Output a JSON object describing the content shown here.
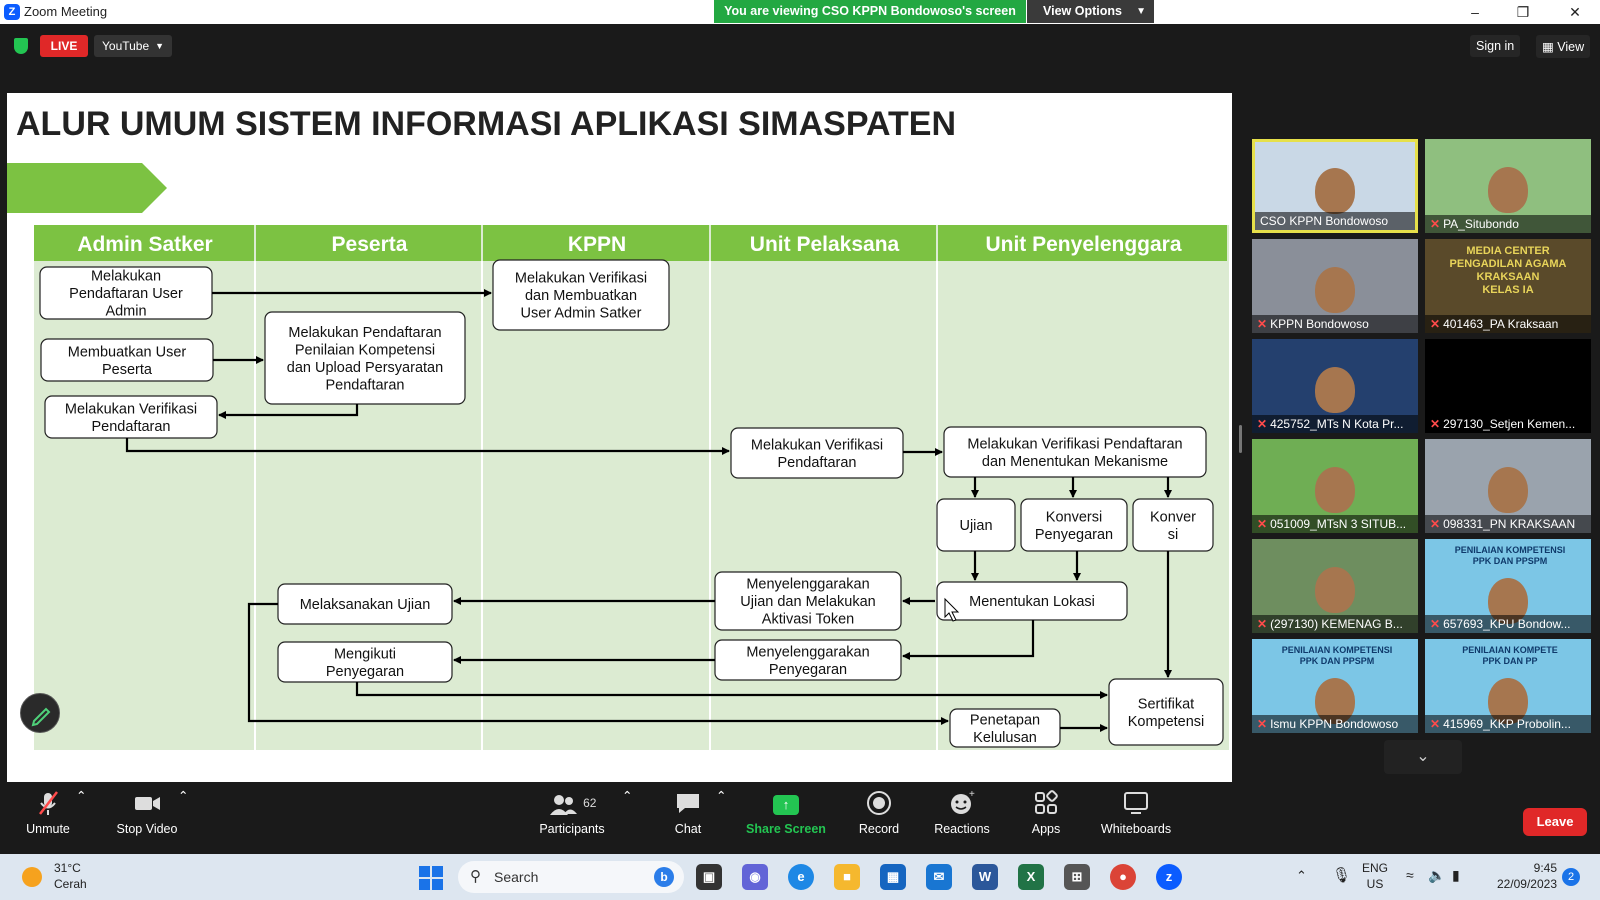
{
  "window": {
    "title": "Zoom Meeting",
    "viewing_banner": "You are viewing CSO KPPN Bondowoso's screen",
    "view_options": "View Options"
  },
  "topbar": {
    "live": "LIVE",
    "stream_target": "YouTube",
    "sign_in": "Sign in",
    "view": "View"
  },
  "slide": {
    "title": "ALUR UMUM SISTEM INFORMASI APLIKASI SIMASPATEN",
    "columns": [
      "Admin Satker",
      "Peserta",
      "KPPN",
      "Unit Pelaksana",
      "Unit Penyelenggara"
    ],
    "boxes": {
      "b1": [
        "Melakukan",
        "Pendaftaran User",
        "Admin"
      ],
      "b2": [
        "Membuatkan User",
        "Peserta"
      ],
      "b3": [
        "Melakukan Verifikasi",
        "Pendaftaran"
      ],
      "b4": [
        "Melakukan Pendaftaran",
        "Penilaian Kompetensi",
        "dan Upload Persyaratan",
        "Pendaftaran"
      ],
      "b5": [
        "Melakukan Verifikasi",
        "dan Membuatkan",
        "User Admin Satker"
      ],
      "b6": [
        "Melakukan Verifikasi",
        "Pendaftaran"
      ],
      "b7": [
        "Melakukan Verifikasi Pendaftaran",
        "dan Menentukan Mekanisme"
      ],
      "b8": [
        "Ujian"
      ],
      "b9": [
        "Konversi",
        "Penyegaran"
      ],
      "b10": [
        "Konver",
        "si"
      ],
      "b11": [
        "Menentukan Lokasi"
      ],
      "b12": [
        "Menyelenggarakan",
        "Ujian dan Melakukan",
        "Aktivasi Token"
      ],
      "b13": [
        "Menyelenggarakan",
        "Penyegaran"
      ],
      "b14": [
        "Melaksanakan Ujian"
      ],
      "b15": [
        "Mengikuti",
        "Penyegaran"
      ],
      "b16": [
        "Penetapan",
        "Kelulusan"
      ],
      "b17": [
        "Sertifikat",
        "Kompetensi"
      ]
    }
  },
  "participants": [
    {
      "name": "CSO KPPN Bondowoso",
      "muted": false,
      "active": true,
      "scene": "face",
      "bg": "#c9d8e6"
    },
    {
      "name": "PA_Situbondo",
      "muted": true,
      "active": false,
      "scene": "face",
      "bg": "#8fbf7f"
    },
    {
      "name": "KPPN Bondowoso",
      "muted": true,
      "active": false,
      "scene": "face",
      "bg": "#8a8f99"
    },
    {
      "name": "401463_PA Kraksaan",
      "muted": true,
      "active": false,
      "scene": "sign",
      "bg": "#5a4a2a",
      "sign": [
        "MEDIA CENTER",
        "PENGADILAN AGAMA",
        "KRAKSAAN",
        "KELAS IA"
      ]
    },
    {
      "name": "425752_MTs N Kota Pr...",
      "muted": true,
      "active": false,
      "scene": "face",
      "bg": "#24406e"
    },
    {
      "name": "297130_Setjen Kemen...",
      "muted": true,
      "active": false,
      "scene": "blank",
      "bg": "#000000"
    },
    {
      "name": "051009_MTsN 3 SITUB...",
      "muted": true,
      "active": false,
      "scene": "face",
      "bg": "#6fae54"
    },
    {
      "name": "098331_PN KRAKSAAN",
      "muted": true,
      "active": false,
      "scene": "face",
      "bg": "#9aa3ad"
    },
    {
      "name": "(297130) KEMENAG B...",
      "muted": true,
      "active": false,
      "scene": "face",
      "bg": "#6e8e5f"
    },
    {
      "name": "657693_KPU Bondow...",
      "muted": true,
      "active": false,
      "scene": "poster",
      "bg": "#7cc6e6",
      "sign": [
        "PENILAIAN KOMPETENSI",
        "PPK DAN PPSPM"
      ]
    },
    {
      "name": "Ismu KPPN Bondowoso",
      "muted": true,
      "active": false,
      "scene": "poster",
      "bg": "#7cc6e6",
      "sign": [
        "PENILAIAN KOMPETENSI",
        "PPK DAN PPSPM"
      ]
    },
    {
      "name": "415969_KKP Probolin...",
      "muted": true,
      "active": false,
      "scene": "poster",
      "bg": "#7cc6e6",
      "sign": [
        "PENILAIAN KOMPETE",
        "PPK DAN PP"
      ]
    }
  ],
  "toolbar": {
    "unmute": "Unmute",
    "stop_video": "Stop Video",
    "participants": "Participants",
    "participant_count": "62",
    "chat": "Chat",
    "share_screen": "Share Screen",
    "record": "Record",
    "reactions": "Reactions",
    "apps": "Apps",
    "whiteboards": "Whiteboards",
    "leave": "Leave"
  },
  "taskbar": {
    "temperature": "31°C",
    "weather": "Cerah",
    "search": "Search",
    "lang": "ENG",
    "region": "US",
    "time": "9:45",
    "date": "22/09/2023",
    "notifications": "2"
  }
}
